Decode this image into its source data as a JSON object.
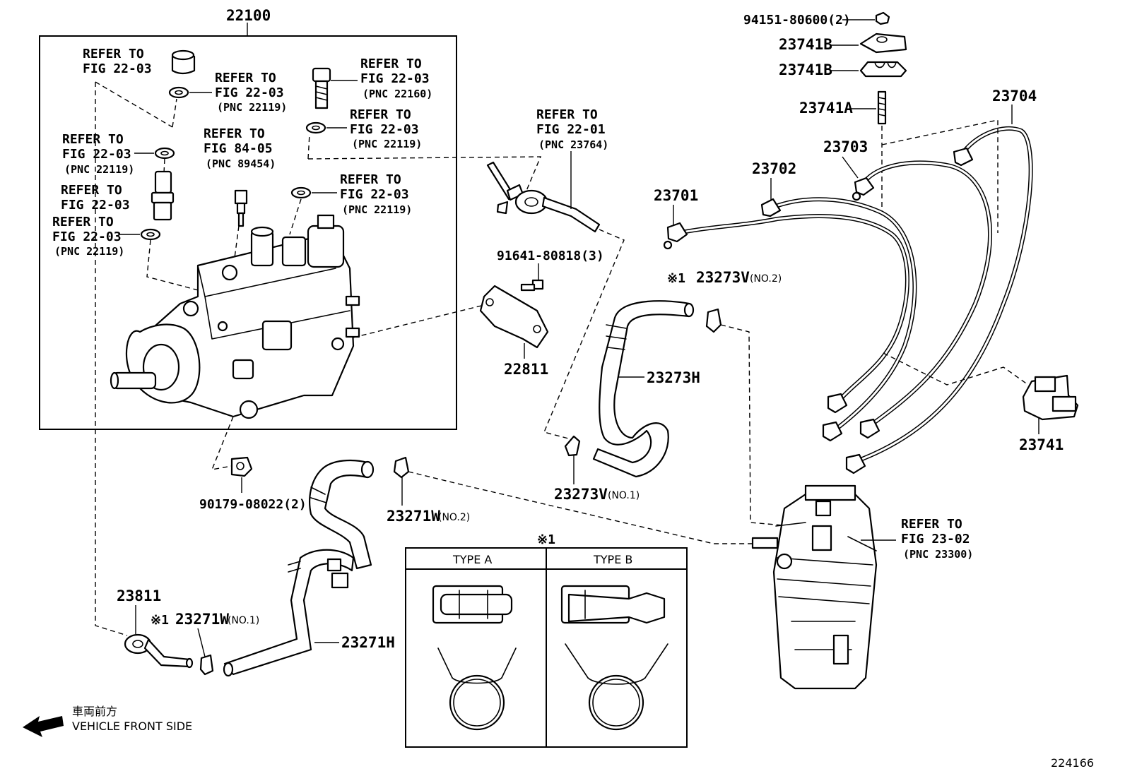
{
  "pump_group": {
    "label": "22100"
  },
  "refer": {
    "r1": {
      "refer_to": "REFER TO",
      "fig": "FIG 22-03"
    },
    "r2": {
      "refer_to": "REFER TO",
      "fig": "FIG 22-03",
      "pnc": "(PNC 22119)"
    },
    "r3": {
      "refer_to": "REFER TO",
      "fig": "FIG 22-03",
      "pnc": "(PNC 22160)"
    },
    "r4": {
      "refer_to": "REFER TO",
      "fig": "FIG 22-03",
      "pnc": "(PNC 22119)"
    },
    "r5": {
      "refer_to": "REFER TO",
      "fig": "FIG 84-05",
      "pnc": "(PNC 89454)"
    },
    "r6": {
      "refer_to": "REFER TO",
      "fig": "FIG 22-03",
      "pnc": "(PNC 22119)"
    },
    "r7": {
      "refer_to": "REFER TO",
      "fig": "FIG 22-03",
      "pnc": "(PNC 22119)"
    },
    "r8": {
      "refer_to": "REFER TO",
      "fig": "FIG 22-03"
    },
    "r9": {
      "refer_to": "REFER TO",
      "fig": "FIG 22-03",
      "pnc": "(PNC 22119)"
    },
    "r10": {
      "refer_to": "REFER TO",
      "fig": "FIG 22-01",
      "pnc": "(PNC 23764)"
    },
    "r11": {
      "refer_to": "REFER TO",
      "fig": "FIG 23-02",
      "pnc": "(PNC 23300)"
    }
  },
  "parts": {
    "p94151": "94151-80600(2)",
    "p23741B_a": "23741B",
    "p23741B_b": "23741B",
    "p23741A": "23741A",
    "p23704": "23704",
    "p23703": "23703",
    "p23702": "23702",
    "p23701": "23701",
    "p23741": "23741",
    "p91641": "91641-80818(3)",
    "p22811": "22811",
    "p23273V_no2": "23273V",
    "p23273V_no2_suffix": "(NO.2)",
    "p23273H": "23273H",
    "p23273V_no1": "23273V",
    "p23273V_no1_suffix": "(NO.1)",
    "p90179": "90179-08022(2)",
    "p23271W_no2": "23271W",
    "p23271W_no2_suffix": "(NO.2)",
    "p23811": "23811",
    "p23271W_no1": "23271W",
    "p23271W_no1_suffix": "(NO.1)",
    "p23271H": "23271H"
  },
  "note_mark": "※1",
  "clip_table": {
    "title": "※1",
    "type_a": "TYPE A",
    "type_b": "TYPE B"
  },
  "direction": {
    "jp": "車両前方",
    "en": "VEHICLE FRONT SIDE"
  },
  "figure_number": "224166"
}
